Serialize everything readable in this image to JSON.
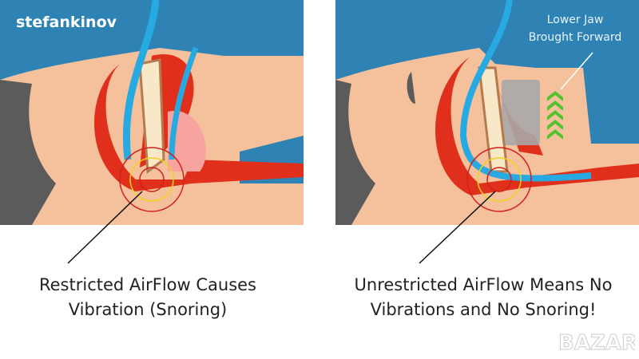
{
  "watermark_brand": "stefankinov",
  "left_panel": {
    "caption_line1": "Restricted AirFlow Causes",
    "caption_line2": "Vibration (Snoring)"
  },
  "right_panel": {
    "annotation_line1": "Lower Jaw",
    "annotation_line2": "Brought Forward",
    "caption_line1": "Unrestricted AirFlow Means No",
    "caption_line2": "Vibrations and No Snoring!"
  },
  "bottom_watermark": "BAZAR",
  "colors": {
    "background_blue": "#2f83b4",
    "skin": "#f4c19c",
    "hair": "#5b5b5b",
    "tissue_red": "#e0301c",
    "airflow_blue": "#27a9e1",
    "arrow_green": "#52c32c"
  }
}
